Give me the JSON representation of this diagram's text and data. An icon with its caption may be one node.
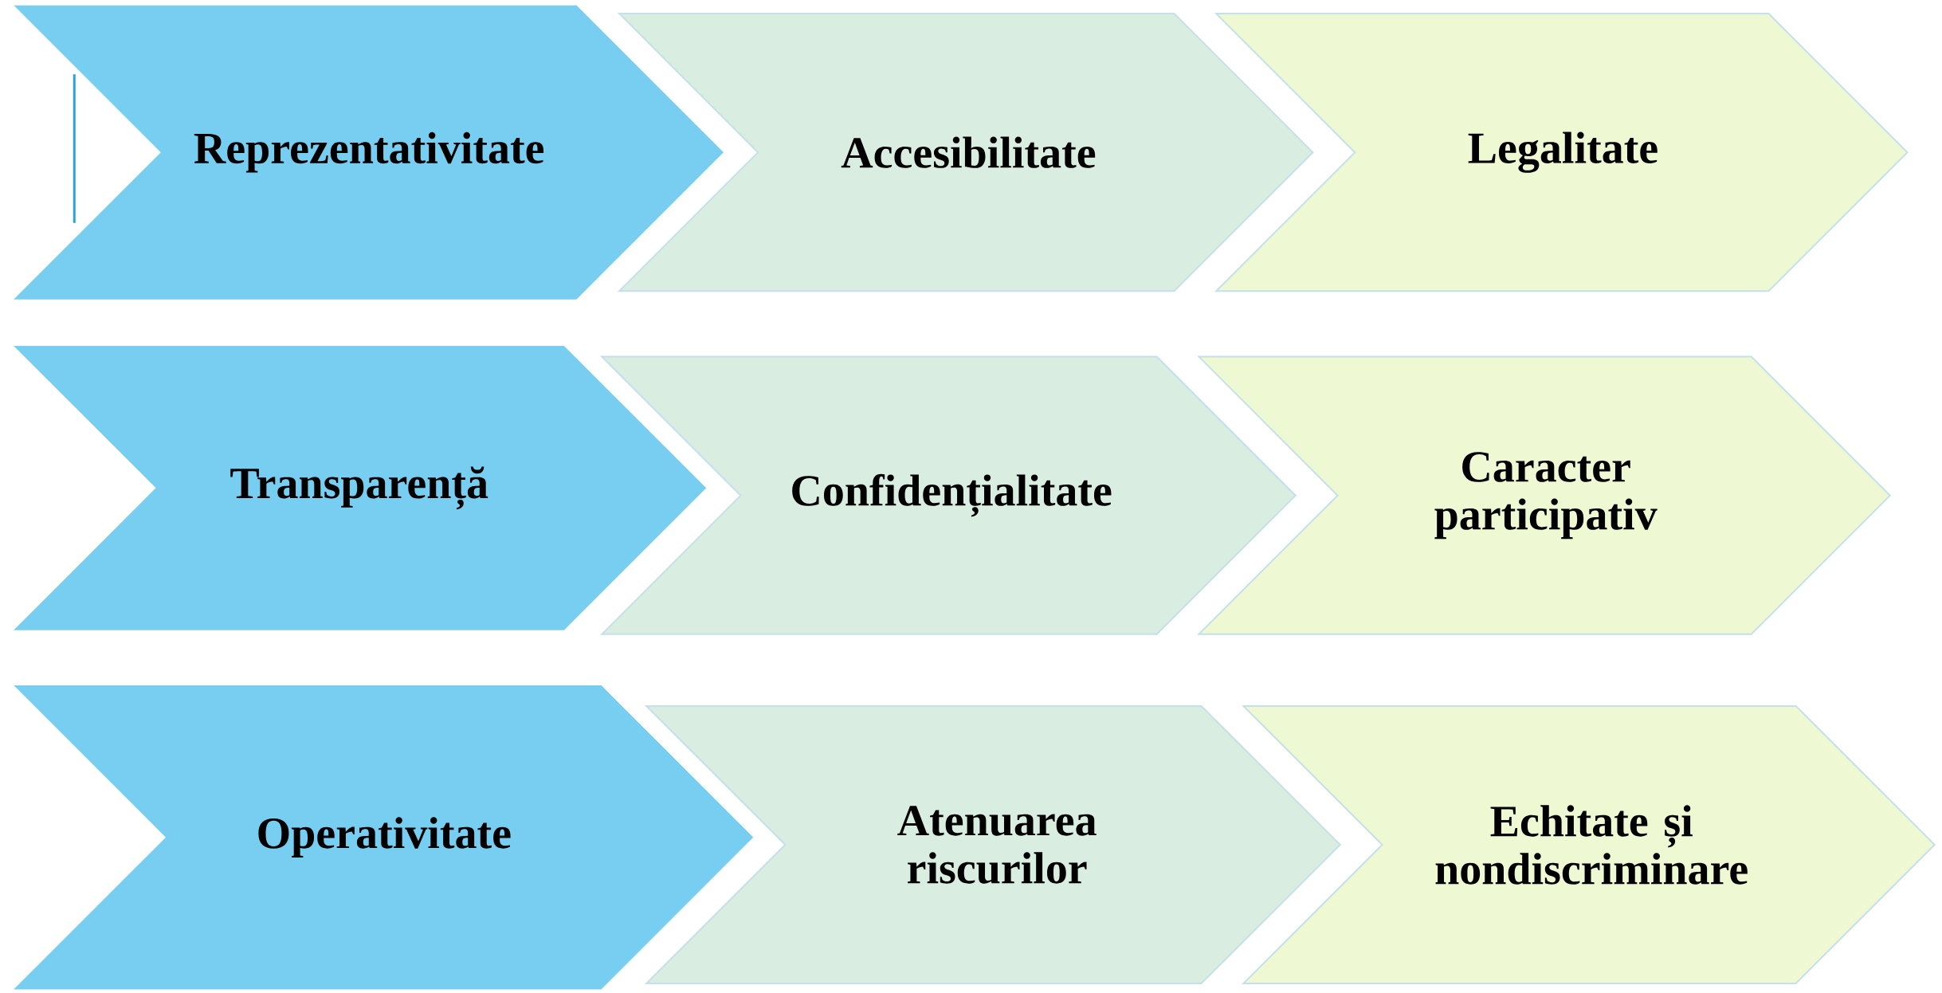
{
  "diagram": {
    "nodes": [
      {
        "text": [
          "Reprezentativitate"
        ]
      },
      {
        "text": [
          "Accesibilitate"
        ]
      },
      {
        "text": [
          "Legalitate"
        ]
      },
      {
        "text": [
          "Transparență"
        ]
      },
      {
        "text": [
          "Confidențialitate"
        ]
      },
      {
        "text": [
          "Caracter participativ"
        ]
      },
      {
        "text": [
          "Operativitate"
        ]
      },
      {
        "text": [
          "Atenuarea riscurilor"
        ]
      },
      {
        "text": [
          "Echitate și nondiscriminare"
        ]
      }
    ]
  }
}
